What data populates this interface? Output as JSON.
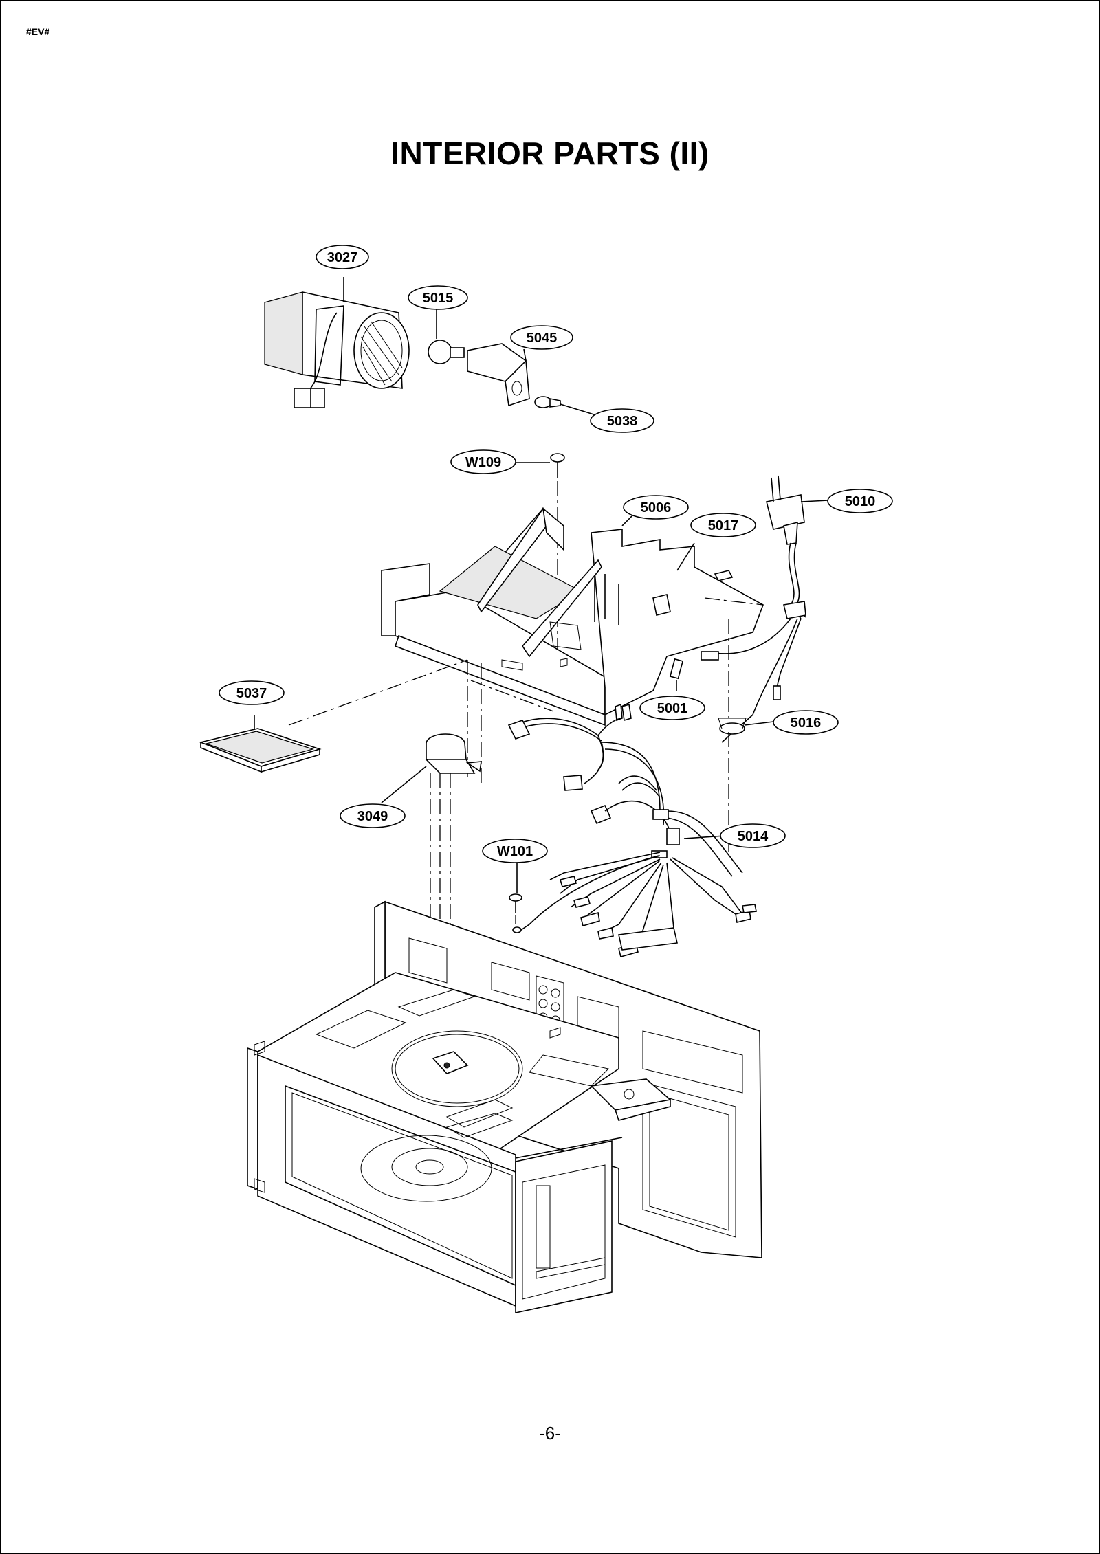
{
  "document": {
    "code": "#EV#",
    "title": "INTERIOR PARTS (II)",
    "page_number": "-6-"
  },
  "callouts": [
    {
      "id": "3027"
    },
    {
      "id": "5015"
    },
    {
      "id": "5045"
    },
    {
      "id": "5038"
    },
    {
      "id": "W109"
    },
    {
      "id": "5010"
    },
    {
      "id": "5006"
    },
    {
      "id": "5017"
    },
    {
      "id": "5037"
    },
    {
      "id": "5001"
    },
    {
      "id": "5016"
    },
    {
      "id": "3049"
    },
    {
      "id": "5014"
    },
    {
      "id": "W101"
    }
  ]
}
